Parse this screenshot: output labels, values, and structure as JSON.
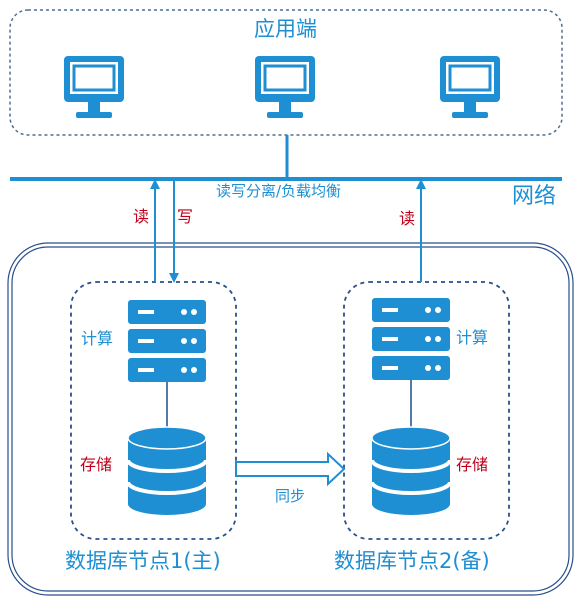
{
  "app_tier": {
    "title": "应用端"
  },
  "network": {
    "label": "网络",
    "routing_label": "读写分离/负载均衡"
  },
  "arrows": {
    "read": "读",
    "write": "写",
    "read_standby": "读",
    "sync": "同步"
  },
  "primary_node": {
    "label": "数据库节点1(主)",
    "compute": "计算",
    "storage": "存储"
  },
  "standby_node": {
    "label": "数据库节点2(备)",
    "compute": "计算",
    "storage": "存储"
  },
  "icons": [
    "monitor-icon",
    "server-icon",
    "database-icon"
  ],
  "colors": {
    "accent": "#1e8fd2",
    "label_red": "#c0001a",
    "frame_dark": "#2a4f8c"
  }
}
